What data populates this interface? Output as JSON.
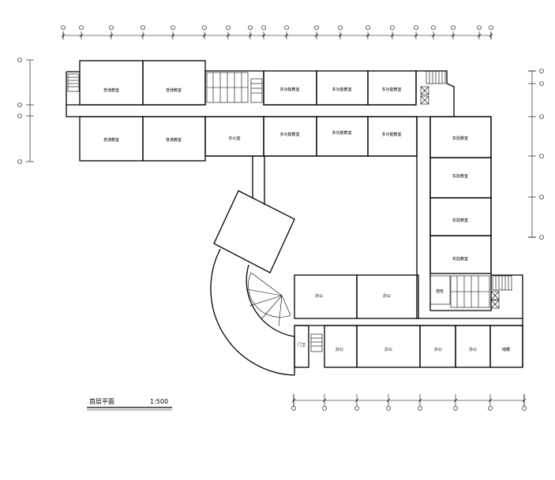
{
  "drawing": {
    "title": "首层平面",
    "scale": "1:500"
  },
  "rooms": {
    "top_left_1": "普通教室",
    "top_left_2": "普通教室",
    "mid_left_1": "普通教室",
    "mid_left_2": "普通教室",
    "office": "办公室",
    "top_r1": "多功能教室",
    "top_r2": "多功能教室",
    "top_r3": "多功能教室",
    "mid_r1": "多功能教室",
    "mid_r2": "多功能教室",
    "mid_r3": "多功能教室",
    "east_1": "实验教室",
    "east_2": "实验教室",
    "east_3": "实验教室",
    "east_4": "实验教室",
    "south_a": "办公",
    "south_b": "办公",
    "south_small_1": "值班",
    "south_small_2": "门卫",
    "bottom_1": "办公",
    "bottom_2": "办公",
    "bottom_3": "办公",
    "bottom_4": "办公",
    "bottom_5": "储藏"
  }
}
